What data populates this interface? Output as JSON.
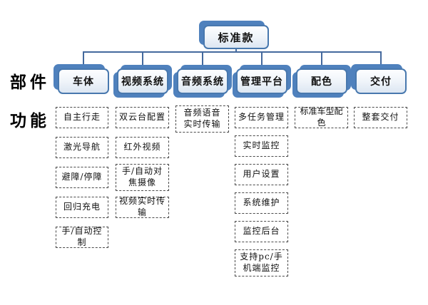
{
  "title": "标准款",
  "row_labels": {
    "parts": "部件",
    "functions": "功能"
  },
  "columns": [
    {
      "label": "车体",
      "functions": [
        "自主行走",
        "激光导航",
        "避障/停障",
        "回归充电",
        "手/自动控制"
      ]
    },
    {
      "label": "视频系统",
      "functions": [
        "双云台配置",
        "红外视频",
        "手/自动对焦摄像",
        "视频实时传输"
      ]
    },
    {
      "label": "音频系统",
      "functions": [
        "音频语音实时传输"
      ]
    },
    {
      "label": "管理平台",
      "functions": [
        "多任务管理",
        "实时监控",
        "用户设置",
        "系统维护",
        "监控后台",
        "支持pc/手机端监控"
      ]
    },
    {
      "label": "配色",
      "functions": [
        "标准车型配色"
      ]
    },
    {
      "label": "交付",
      "functions": [
        "整套交付"
      ]
    }
  ],
  "colors": {
    "node_blue": "#4f81bd",
    "node_border": "#4878ae",
    "connector": "#44699d",
    "front_fill_top": "#fdfeff",
    "front_fill_bottom": "#dce6f2",
    "dashed_border": "#4a4a4a",
    "text": "#111111"
  }
}
